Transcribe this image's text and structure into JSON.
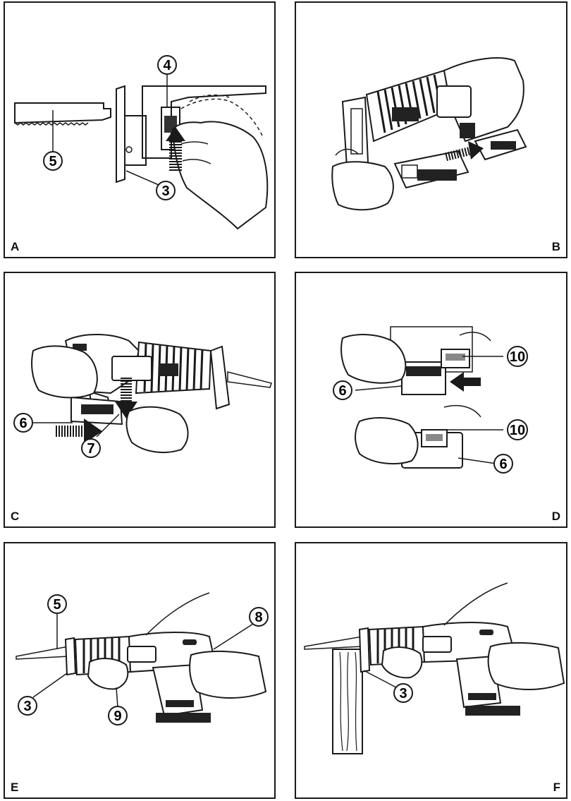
{
  "panels": [
    {
      "id": "A",
      "letter": "A",
      "callouts": [
        "4",
        "5",
        "3"
      ]
    },
    {
      "id": "B",
      "letter": "B",
      "callouts": []
    },
    {
      "id": "C",
      "letter": "C",
      "callouts": [
        "6",
        "7"
      ]
    },
    {
      "id": "D",
      "letter": "D",
      "callouts": [
        "10",
        "6",
        "10",
        "6"
      ]
    },
    {
      "id": "E",
      "letter": "E",
      "callouts": [
        "5",
        "8",
        "3",
        "9"
      ]
    },
    {
      "id": "F",
      "letter": "F",
      "callouts": [
        "3"
      ]
    }
  ],
  "icons": [
    "arrow-up-icon",
    "arrow-right-icon",
    "arrow-left-icon",
    "arrow-down-icon",
    "hand-icon",
    "saw-blade-icon",
    "battery-icon",
    "reciprocating-saw-icon",
    "wood-plank-icon"
  ],
  "colors": {
    "line": "#1a1a1a",
    "background": "#ffffff",
    "fill_dark": "#222222",
    "fill_mid": "#888888"
  }
}
